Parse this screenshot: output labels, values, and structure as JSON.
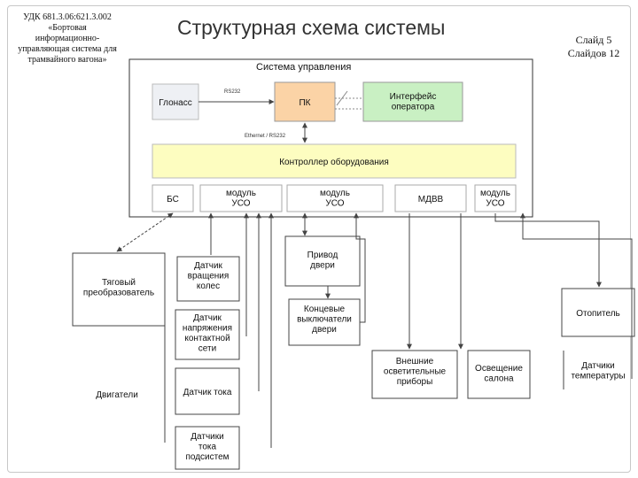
{
  "header": {
    "udk": "УДК 681.3.06:621.3.002\n«Бортовая\nинформационно-\nуправляющая система для\nтрамвайного вагона»",
    "title": "Структурная схема системы",
    "slide_number": "Слайд 5\nСлайдов 12"
  },
  "diagram": {
    "system_label": "Система управления",
    "link_labels": {
      "rs232": "RS232",
      "ethernet_rs232": "Ethernet / RS232"
    },
    "blocks": {
      "glonass": "Глонасс",
      "pk": "ПК",
      "operator_interface": "Интерфейс\nоператора",
      "controller": "Контроллер оборудования",
      "bs": "БС",
      "uso_module_1": "модуль\nУСО",
      "uso_module_2": "модуль\nУСО",
      "mdvv": "МДВВ",
      "uso_module_3": "модуль\nУСО",
      "traction_converter": "Тяговый\nпреобразователь",
      "engines": "Двигатели",
      "wheel_rotation_sensor": "Датчик\nвращения\nколес",
      "contact_voltage_sensor": "Датчик\nнапряжения\nконтактной\nсети",
      "current_sensor": "Датчик тока",
      "subsystem_current_sensors": "Датчики\nтока\nподсистем",
      "door_drive": "Привод\nдвери",
      "door_limit_switches": "Концевые\nвыключатели\nдвери",
      "exterior_lighting": "Внешние\nосветительные\nприборы",
      "cabin_lighting": "Освещение\nсалона",
      "heater": "Отопитель",
      "temperature_sensors": "Датчики\nтемпературы"
    },
    "colors": {
      "pk_fill": "#fbd3a6",
      "operator_fill": "#c9f0c3",
      "controller_fill": "#fdfdc0",
      "line": "#444444"
    }
  }
}
